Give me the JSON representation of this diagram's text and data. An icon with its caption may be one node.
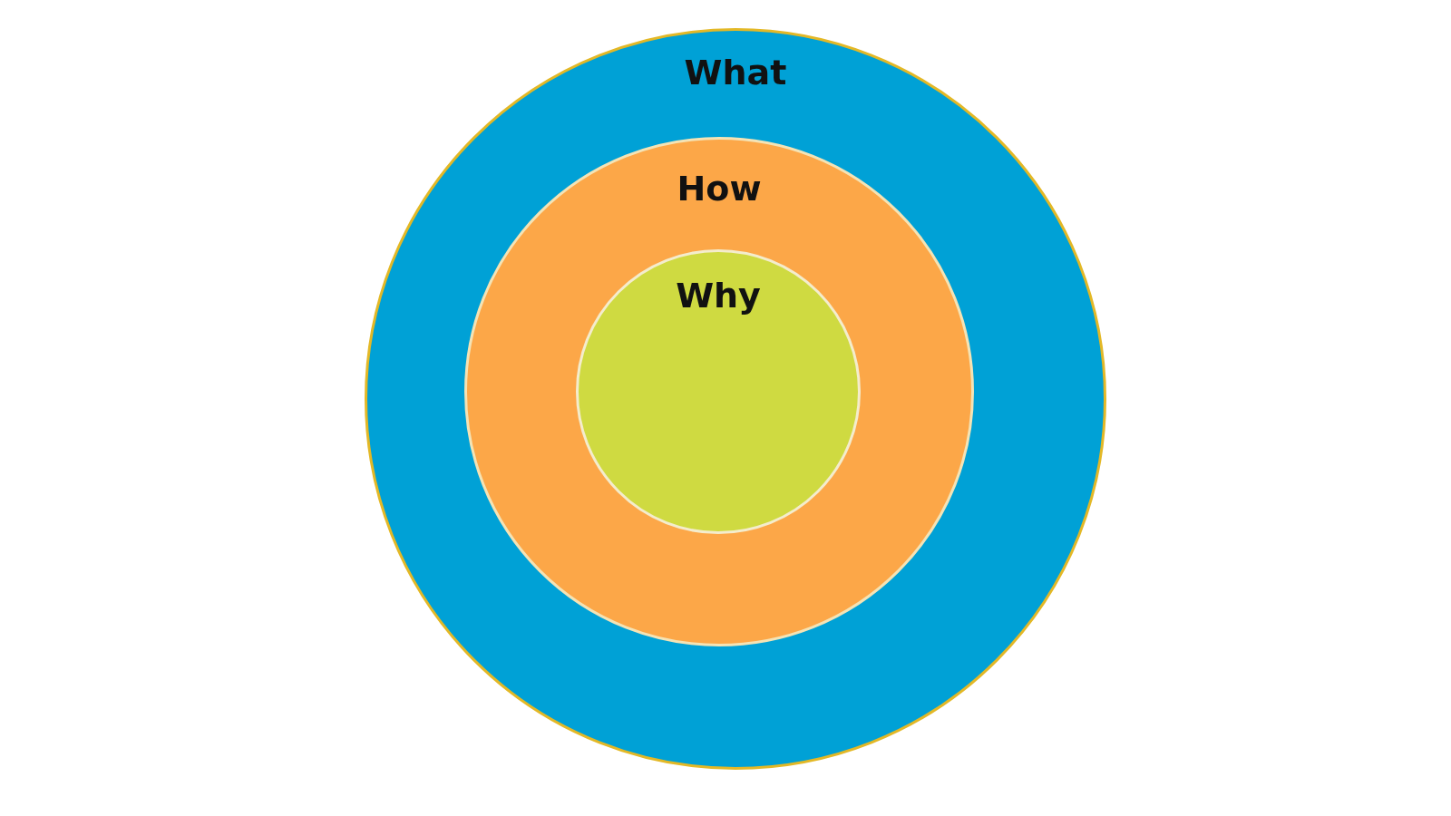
{
  "diagram": {
    "nodes": [
      {
        "text": [
          "What"
        ]
      },
      {
        "text": [
          "How"
        ],
        "in": 0
      },
      {
        "text": [
          "Why"
        ],
        "in": 1
      }
    ]
  }
}
